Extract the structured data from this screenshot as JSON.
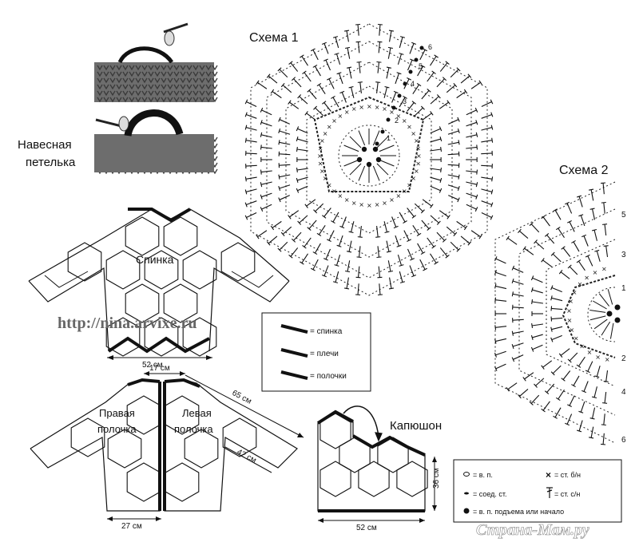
{
  "photo_caption": {
    "line1": "Навесная",
    "line2": "петелька"
  },
  "schemes": {
    "scheme1_title": "Схема 1",
    "scheme2_title": "Схема 2",
    "scheme2_row_numbers": [
      "5",
      "3",
      "1",
      "2",
      "4",
      "6"
    ],
    "scheme1_row_numbers": [
      "6",
      "5",
      "4",
      "3",
      "2",
      "1"
    ]
  },
  "back_panel": {
    "label": "Спинка",
    "width_label": "52 см"
  },
  "watermark_url": "http://nina.arvixe.ru",
  "seam_legend": {
    "items": [
      "= спинка",
      "= плечи",
      "= полочки"
    ]
  },
  "front_panels": {
    "right_label_1": "Правая",
    "right_label_2": "полочка",
    "left_label_1": "Левая",
    "left_label_2": "полочка",
    "neck_label": "17 см",
    "length_label": "65 см",
    "sleeve_label": "42 см",
    "width_label": "27 см"
  },
  "hood": {
    "label": "Капюшон",
    "height_label": "36 см",
    "width_label": "52 см"
  },
  "symbol_legend": {
    "chain": "= в. п.",
    "single_crochet": "= ст. б/н",
    "slip_stitch": "= соед. ст.",
    "double_crochet": "= ст. с/н",
    "start": "= в. п. подъема или начало"
  },
  "site_logo": "Страна-Мам.ру"
}
